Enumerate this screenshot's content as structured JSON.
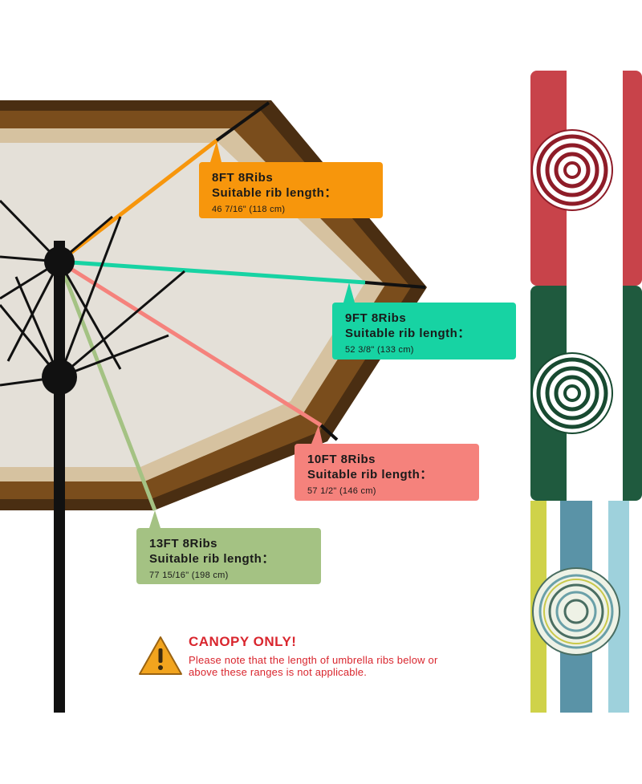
{
  "sizes": [
    {
      "size": "8FT 8Ribs",
      "rib_label": "Suitable rib length：",
      "measure": "46 7/16\" (118 cm)",
      "color": "#f7960c"
    },
    {
      "size": "9FT 8Ribs",
      "rib_label": "Suitable rib length：",
      "measure": "52 3/8\" (133 cm)",
      "color": "#17d3a3"
    },
    {
      "size": "10FT 8Ribs",
      "rib_label": "Suitable rib length：",
      "measure": "57 1/2\" (146 cm)",
      "color": "#f5827c"
    },
    {
      "size": "13FT 8Ribs",
      "rib_label": "Suitable rib length：",
      "measure": "77 15/16\" (198 cm)",
      "color": "#a4c283"
    }
  ],
  "warning": {
    "heading": "CANOPY ONLY!",
    "text": "Please note that the length of umbrella ribs below or above these ranges is not applicable.",
    "icon": "warning-triangle-icon",
    "color": "#d9262e"
  },
  "swatches": [
    {
      "name": "red-white-stripe",
      "colors": [
        "#c8434a",
        "#ffffff"
      ]
    },
    {
      "name": "green-white-stripe",
      "colors": [
        "#1f5a3e",
        "#ffffff"
      ]
    },
    {
      "name": "blue-yellow-stripe",
      "colors": [
        "#5a93a7",
        "#cfd249",
        "#9ed1dc"
      ]
    }
  ]
}
